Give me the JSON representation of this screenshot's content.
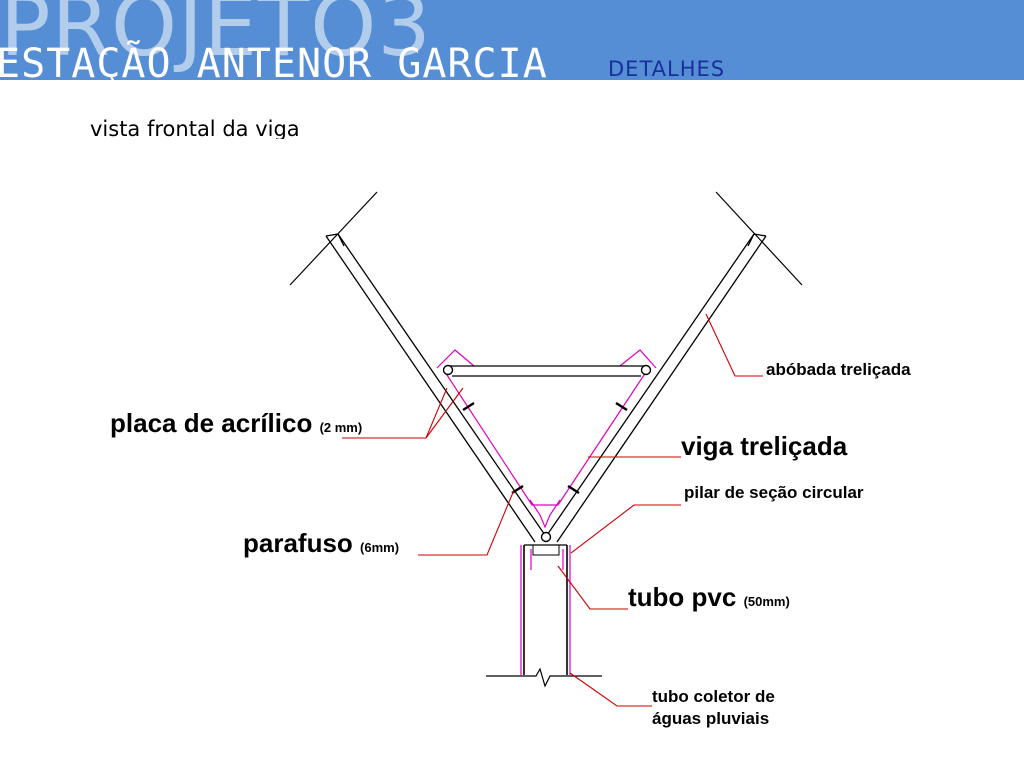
{
  "header": {
    "background_title": "PROJETO3",
    "title": "ESTAÇÃO ANTENOR GARCIA",
    "subtitle": "DETALHES"
  },
  "caption": "vista frontal da viga",
  "labels": {
    "abobada": "abóbada treliçada",
    "placa": "placa de acrílico",
    "placa_note": "(2 mm)",
    "viga": "viga treliçada",
    "pilar": "pilar de seção circular",
    "parafuso": "parafuso",
    "parafuso_note": "(6mm)",
    "tubo_pvc": "tubo pvc",
    "tubo_pvc_note": "(50mm)",
    "tubo_coletor_line1": "tubo coletor de",
    "tubo_coletor_line2": "águas pluviais"
  },
  "colors": {
    "header_bg": "#558ed5",
    "subtitle": "#1a2f9c",
    "leader_lines": "#cc0000",
    "acrylic": "#e000c0",
    "structure": "#000000"
  }
}
